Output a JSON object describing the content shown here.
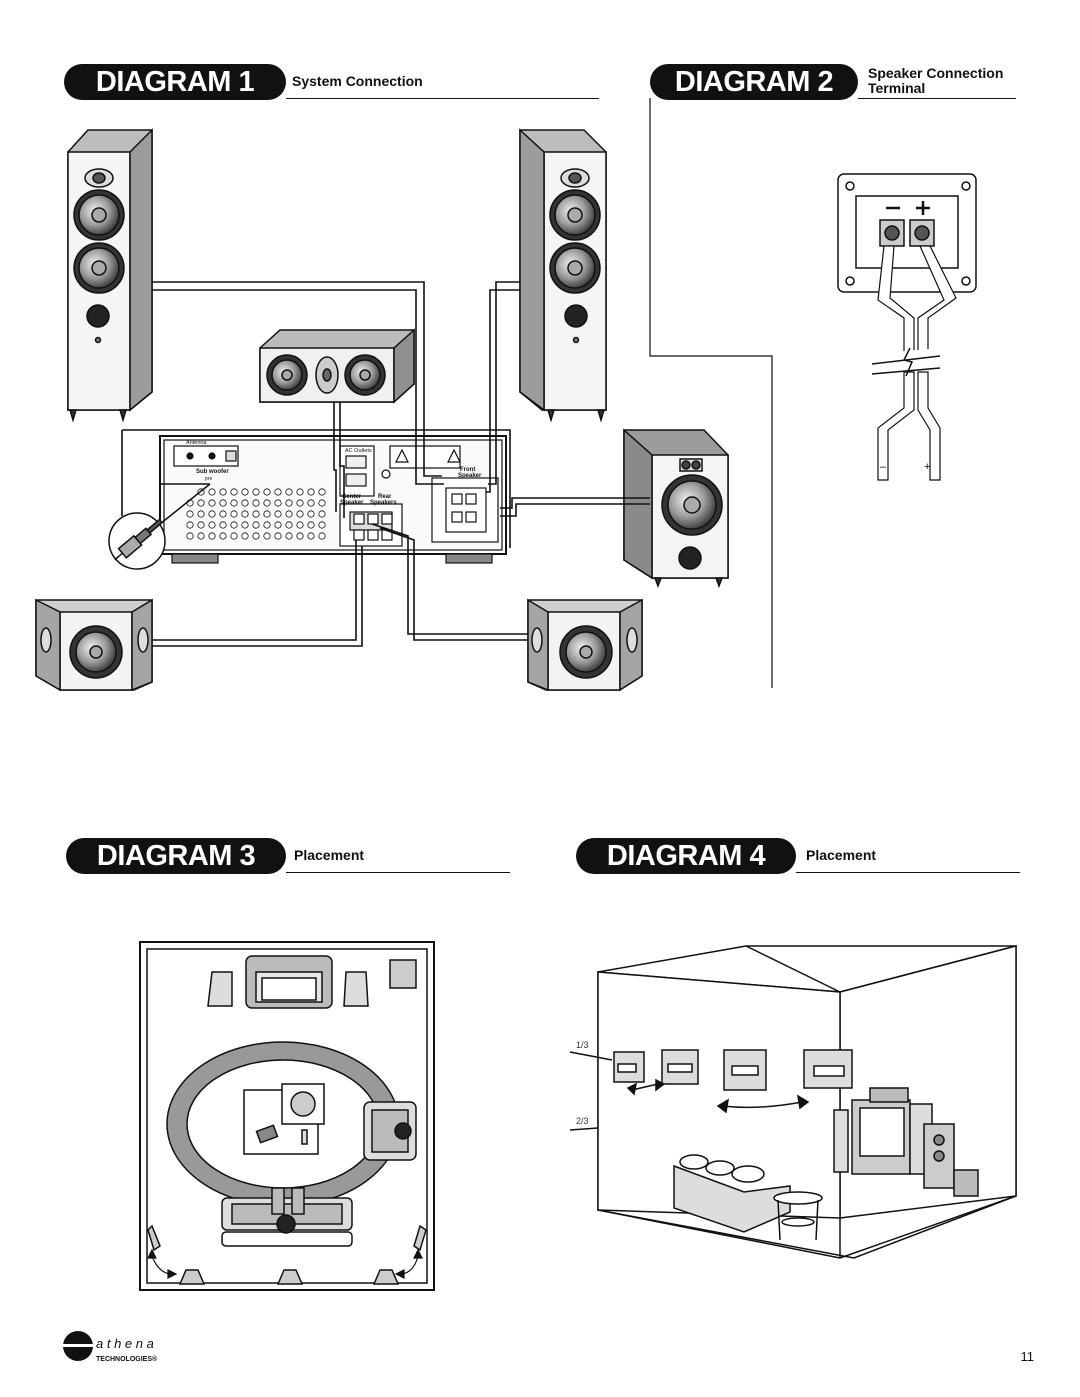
{
  "diagrams": [
    {
      "label": "DIAGRAM 1",
      "subtitle": "System Connection"
    },
    {
      "label": "DIAGRAM 2",
      "subtitle": "Speaker Connection",
      "subtitle2": "Terminal"
    },
    {
      "label": "DIAGRAM 3",
      "subtitle": "Placement"
    },
    {
      "label": "DIAGRAM 4",
      "subtitle": "Placement"
    }
  ],
  "receiver": {
    "antenna": "Antenna",
    "subwoofer": "Sub woofer",
    "subwoofer_sub": "pre",
    "ac_outlets": "AC Outlets",
    "front_speaker_1": "Front",
    "front_speaker_2": "Speaker",
    "center_speaker_1": "Center",
    "center_speaker_2": "Speaker",
    "rear_speakers_1": "Rear",
    "rear_speakers_2": "Speakers"
  },
  "terminal": {
    "minus": "–",
    "plus": "+"
  },
  "room": {
    "one_third": "1/3",
    "two_third": "2/3"
  },
  "brand": {
    "name": "a t h e n a",
    "sub": "TECHNOLOGIES®"
  },
  "page_number": "11"
}
